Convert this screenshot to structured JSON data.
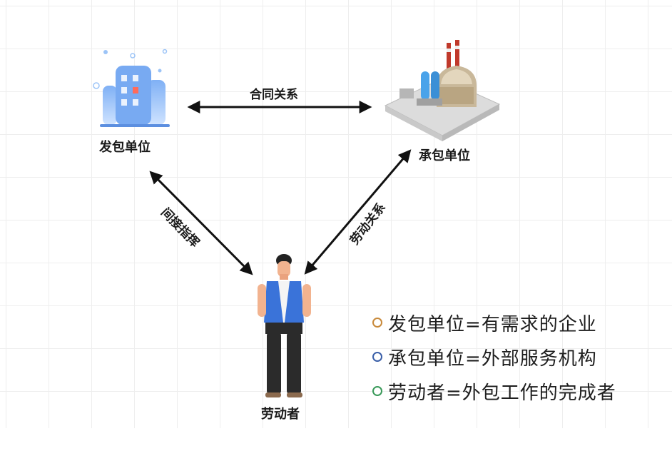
{
  "nodes": {
    "client": "发包单位",
    "contractor": "承包单位",
    "worker": "劳动者"
  },
  "edges": {
    "contract": "合同关系",
    "labor": "劳动关系",
    "indirect": "间接指挥"
  },
  "legend": [
    {
      "text": "发包单位=有需求的企业",
      "color": "#c8893a"
    },
    {
      "text": "承包单位=外部服务机构",
      "color": "#3a5fa8"
    },
    {
      "text": "劳动者=外包工作的完成者",
      "color": "#3a9a5a"
    }
  ]
}
